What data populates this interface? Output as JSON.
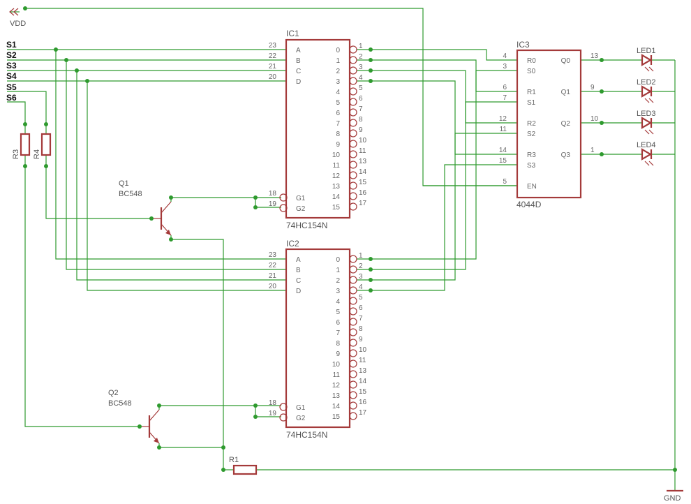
{
  "power": {
    "vdd": "VDD",
    "gnd": "GND"
  },
  "signals": [
    "S1",
    "S2",
    "S3",
    "S4",
    "S5",
    "S6"
  ],
  "ic1": {
    "name": "IC1",
    "value": "74HC154N",
    "input_pins": [
      [
        "23",
        "A"
      ],
      [
        "22",
        "B"
      ],
      [
        "21",
        "C"
      ],
      [
        "20",
        "D"
      ]
    ],
    "enable_pins": [
      [
        "18",
        "G1"
      ],
      [
        "19",
        "G2"
      ]
    ],
    "output_pins": [
      [
        "0",
        "1"
      ],
      [
        "1",
        "2"
      ],
      [
        "2",
        "3"
      ],
      [
        "3",
        "4"
      ],
      [
        "4",
        "5"
      ],
      [
        "5",
        "6"
      ],
      [
        "6",
        "7"
      ],
      [
        "7",
        "8"
      ],
      [
        "8",
        "9"
      ],
      [
        "9",
        "10"
      ],
      [
        "10",
        "11"
      ],
      [
        "11",
        "13"
      ],
      [
        "12",
        "14"
      ],
      [
        "13",
        "15"
      ],
      [
        "14",
        "16"
      ],
      [
        "15",
        "17"
      ]
    ]
  },
  "ic2": {
    "name": "IC2",
    "value": "74HC154N",
    "input_pins": [
      [
        "23",
        "A"
      ],
      [
        "22",
        "B"
      ],
      [
        "21",
        "C"
      ],
      [
        "20",
        "D"
      ]
    ],
    "enable_pins": [
      [
        "18",
        "G1"
      ],
      [
        "19",
        "G2"
      ]
    ],
    "output_pins": [
      [
        "0",
        "1"
      ],
      [
        "1",
        "2"
      ],
      [
        "2",
        "3"
      ],
      [
        "3",
        "4"
      ],
      [
        "4",
        "5"
      ],
      [
        "5",
        "6"
      ],
      [
        "6",
        "7"
      ],
      [
        "7",
        "8"
      ],
      [
        "8",
        "9"
      ],
      [
        "9",
        "10"
      ],
      [
        "10",
        "11"
      ],
      [
        "11",
        "13"
      ],
      [
        "12",
        "14"
      ],
      [
        "13",
        "15"
      ],
      [
        "14",
        "16"
      ],
      [
        "15",
        "17"
      ]
    ]
  },
  "ic3": {
    "name": "IC3",
    "value": "4044D",
    "input_pins": [
      [
        "4",
        "R0"
      ],
      [
        "3",
        "S0"
      ],
      [
        "6",
        "R1"
      ],
      [
        "7",
        "S1"
      ],
      [
        "12",
        "R2"
      ],
      [
        "11",
        "S2"
      ],
      [
        "14",
        "R3"
      ],
      [
        "15",
        "S3"
      ],
      [
        "5",
        "EN"
      ]
    ],
    "output_pins": [
      [
        "13",
        "Q0"
      ],
      [
        "9",
        "Q1"
      ],
      [
        "10",
        "Q2"
      ],
      [
        "1",
        "Q3"
      ]
    ]
  },
  "transistors": [
    {
      "name": "Q1",
      "value": "BC548"
    },
    {
      "name": "Q2",
      "value": "BC548"
    }
  ],
  "resistors": [
    "R1",
    "R3",
    "R4"
  ],
  "leds": [
    "LED1",
    "LED2",
    "LED3",
    "LED4"
  ],
  "colors": {
    "wire": "#2e9a2e",
    "part": "#a43a3a",
    "label": "#555555"
  }
}
